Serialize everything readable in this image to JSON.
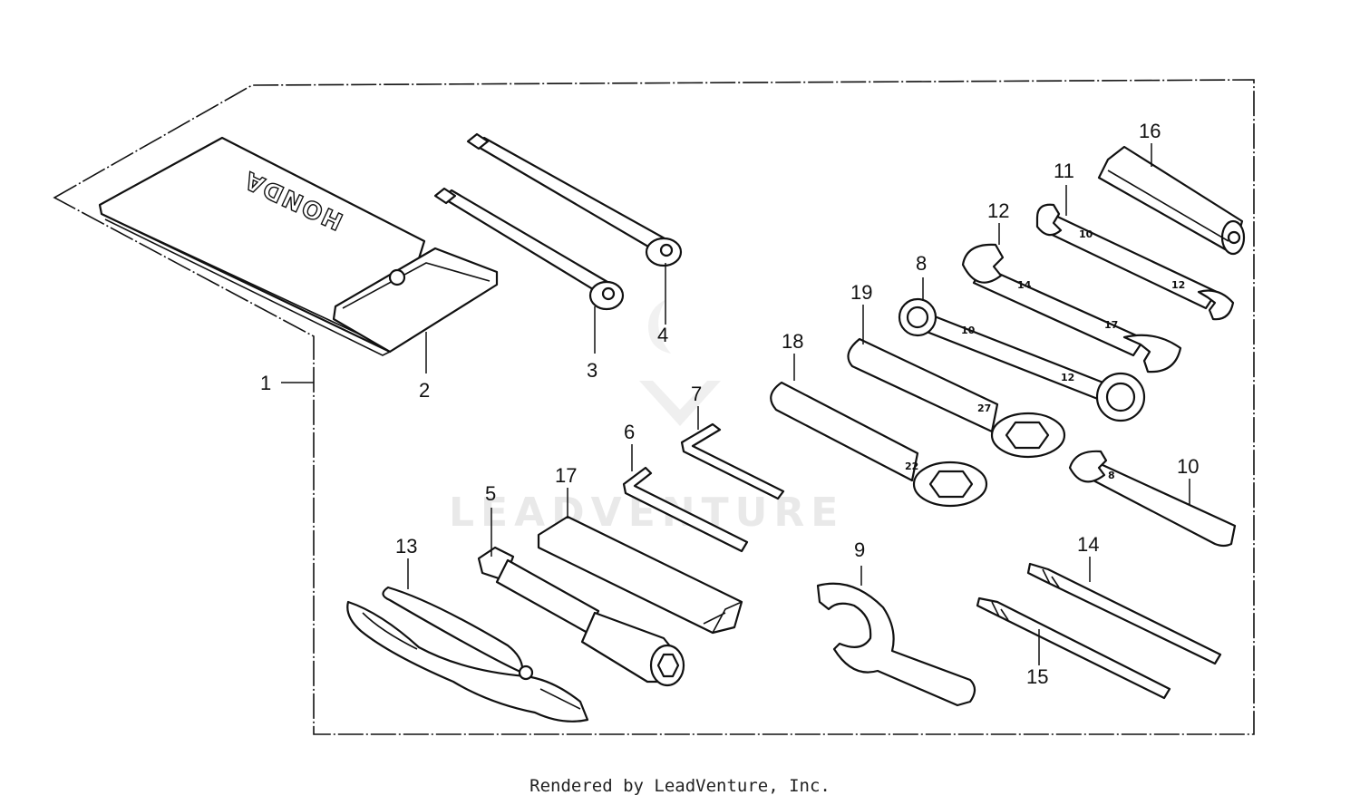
{
  "diagram": {
    "brand_text": "HONDA",
    "watermark_text": "LEADVENTURE",
    "callouts": [
      "1",
      "2",
      "3",
      "4",
      "5",
      "6",
      "7",
      "8",
      "9",
      "10",
      "11",
      "12",
      "13",
      "14",
      "15",
      "16",
      "17",
      "18",
      "19"
    ],
    "wrench_sizes": {
      "w8_a": "10",
      "w8_b": "12",
      "w12_a": "14",
      "w12_b": "17",
      "w11_a": "10",
      "w11_b": "12",
      "w19": "27",
      "w18": "22",
      "w10": "8"
    }
  },
  "footer": {
    "text": "Rendered by LeadVenture, Inc."
  }
}
